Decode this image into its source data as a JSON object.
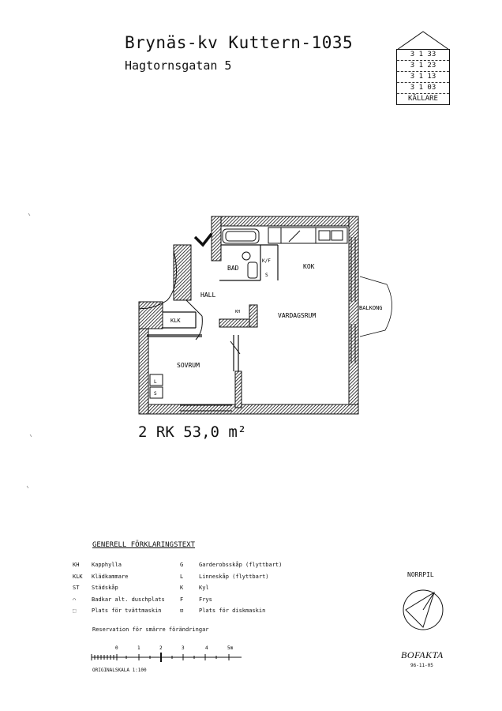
{
  "header": {
    "title": "Brynäs-kv Kuttern-1035",
    "address": "Hagtornsgatan 5"
  },
  "floor_indicator": {
    "rows": [
      "3 1 33",
      "3 1 23",
      "3 1 13",
      "3 1 03"
    ],
    "basement": "KÄLLARE"
  },
  "rooms": {
    "bad": "BAD",
    "kok": "KOK",
    "hall": "HALL",
    "vardagsrum": "VARDAGSRUM",
    "sovrum": "SOVRUM",
    "klk": "KLK",
    "balkong": "BALKONG",
    "kh": "KH",
    "kf": "K/F",
    "s": "S",
    "l": "L"
  },
  "area": "2 RK 53,0 m²",
  "legend": {
    "title": "GENERELL FÖRKLARINGSTEXT",
    "left": [
      {
        "code": "KH",
        "text": "Kapphylla"
      },
      {
        "code": "KLK",
        "text": "Klädkammare"
      },
      {
        "code": "ST",
        "text": "Städskåp"
      },
      {
        "code": "⌒",
        "text": "Badkar alt. duschplats"
      },
      {
        "code": "⬚",
        "text": "Plats för tvättmaskin"
      }
    ],
    "right": [
      {
        "code": "G",
        "text": "Garderobsskåp (flyttbart)"
      },
      {
        "code": "L",
        "text": "Linneskåp (flyttbart)"
      },
      {
        "code": "K",
        "text": "Kyl"
      },
      {
        "code": "F",
        "text": "Frys"
      },
      {
        "code": "⊡",
        "text": "Plats för diskmaskin"
      }
    ],
    "note": "Reservation för smärre förändringar"
  },
  "scale": {
    "ticks": [
      "0",
      "1",
      "2",
      "3",
      "4",
      "5m"
    ],
    "label": "ORIGINALSKALA    1:100"
  },
  "north": {
    "label": "NORRPIL"
  },
  "brand": {
    "name": "BOFAKTA",
    "date": "96-11-05"
  }
}
